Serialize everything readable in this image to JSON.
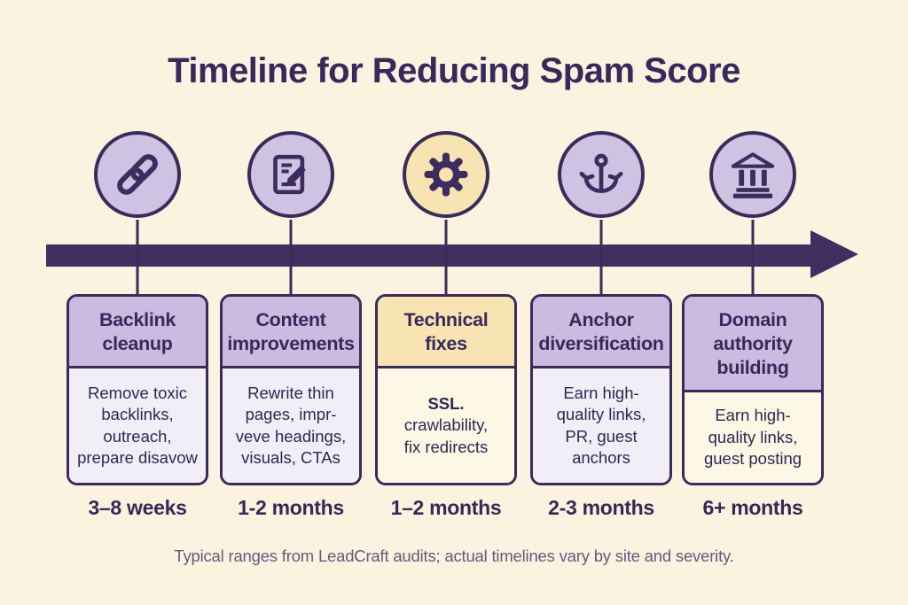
{
  "title": "Timeline for Reducing Spam Score",
  "footnote": "Typical ranges from LeadCraft audits; actual timelines vary by site and severity.",
  "colors": {
    "bg": "#fbf3e0",
    "ink": "#3a2c58",
    "icon": "#3b2d5e",
    "title_ink": "#37295b",
    "arrow": "#41305f",
    "lavender": "#cfc3e4",
    "header_lavender": "#c9bce0",
    "highlight": "#f8e4b2",
    "body_lavender": "#f2eef8",
    "body_cream": "#fdf7e6",
    "duration_ink": "#332a56",
    "footnote_ink": "#5f5c7b"
  },
  "stages": [
    {
      "icon": "chain-link-icon",
      "title": "Backlink cleanup",
      "title_lines": [
        "Backlink",
        "cleanup"
      ],
      "description": "Remove toxic backlinks, outreach, prepare disavow",
      "desc_lines": [
        "Remove toxic",
        "backlinks,",
        "outreach,",
        "prepare disavow"
      ],
      "duration": "3–8 weeks",
      "highlighted": false
    },
    {
      "icon": "document-edit-icon",
      "title": "Content improvements",
      "title_lines": [
        "Content",
        "improvements"
      ],
      "description": "Rewrite thin pages, impr- veve headings, visuals, CTAs",
      "desc_lines": [
        "Rewrite thin",
        "pages, impr-",
        "veve headings,",
        "visuals, CTAs"
      ],
      "duration": "1-2 months",
      "highlighted": false
    },
    {
      "icon": "gear-icon",
      "title": "Technical fixes",
      "title_lines": [
        "Technical",
        "fixes"
      ],
      "description": "SSL. crawlability, fix redirects",
      "desc_lines": [
        "SSL.",
        "crawlability,",
        "fix redirects"
      ],
      "duration": "1–2 months",
      "highlighted": true
    },
    {
      "icon": "anchor-icon",
      "title": "Anchor diversification",
      "title_lines": [
        "Anchor",
        "diversification"
      ],
      "description": "Earn high-quality links, PR, guest anchors",
      "desc_lines": [
        "Earn high-",
        "quality links,",
        "PR, guest",
        "anchors"
      ],
      "duration": "2-3 months",
      "highlighted": false
    },
    {
      "icon": "bank-building-icon",
      "title": "Domain authority building",
      "title_lines": [
        "Domain",
        "authority",
        "building"
      ],
      "description": "Earn high-quality links, guest posting",
      "desc_lines": [
        "Earn high-",
        "quality links,",
        "guest posting"
      ],
      "duration": "6+ months",
      "highlighted": false
    }
  ]
}
